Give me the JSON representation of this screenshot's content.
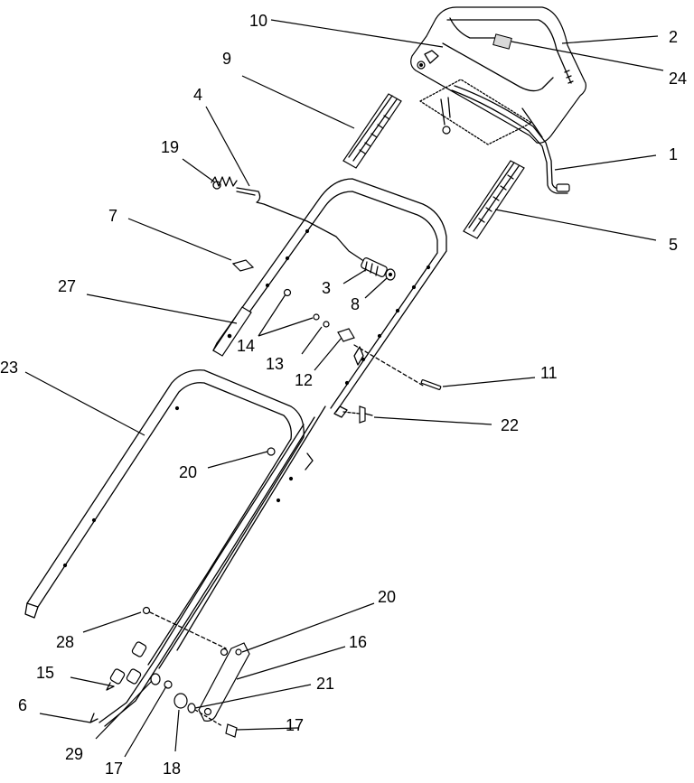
{
  "callouts": [
    "1",
    "2",
    "3",
    "4",
    "5",
    "6",
    "7",
    "8",
    "9",
    "10",
    "11",
    "12",
    "13",
    "14",
    "15",
    "16",
    "17",
    "18",
    "19",
    "20",
    "21",
    "22",
    "23",
    "24",
    "27",
    "28",
    "29"
  ]
}
